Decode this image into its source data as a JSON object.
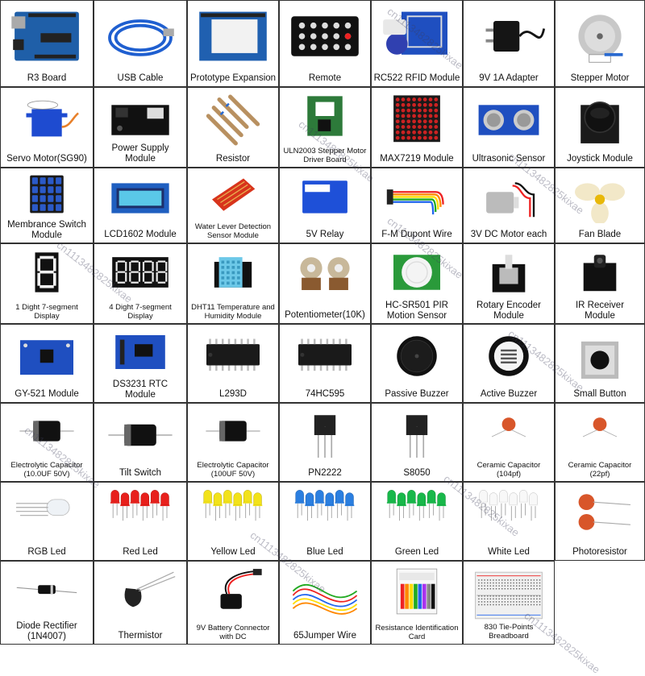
{
  "grid": {
    "columns": 7,
    "rows": 8
  },
  "watermark": "cn1113482825kixae",
  "items": [
    {
      "label": "R3 Board",
      "label2": "",
      "icon": "arduino-board-icon"
    },
    {
      "label": "USB Cable",
      "label2": "",
      "icon": "usb-cable-icon"
    },
    {
      "label": "Prototype Expansion",
      "label2": "",
      "icon": "prototype-shield-icon"
    },
    {
      "label": "Remote",
      "label2": "",
      "icon": "ir-remote-icon"
    },
    {
      "label": "RC522 RFID Module",
      "label2": "",
      "icon": "rfid-module-icon"
    },
    {
      "label": "9V 1A Adapter",
      "label2": "",
      "icon": "power-adapter-icon"
    },
    {
      "label": "Stepper Motor",
      "label2": "",
      "icon": "stepper-motor-icon"
    },
    {
      "label": "Servo Motor(SG90)",
      "label2": "",
      "icon": "servo-motor-icon"
    },
    {
      "label": "Power Supply Module",
      "label2": "",
      "icon": "power-supply-module-icon"
    },
    {
      "label": "Resistor",
      "label2": "",
      "icon": "resistor-icon"
    },
    {
      "label": "ULN2003 Stepper Motor",
      "label2": "Driver Board",
      "icon": "driver-board-icon"
    },
    {
      "label": "MAX7219 Module",
      "label2": "",
      "icon": "led-matrix-icon"
    },
    {
      "label": "Ultrasonic Sensor",
      "label2": "",
      "icon": "ultrasonic-sensor-icon"
    },
    {
      "label": "Joystick Module",
      "label2": "",
      "icon": "joystick-icon"
    },
    {
      "label": "Membrance Switch",
      "label2": "Module",
      "icon": "keypad-icon"
    },
    {
      "label": "LCD1602 Module",
      "label2": "",
      "icon": "lcd-icon"
    },
    {
      "label": "Water Lever Detection",
      "label2": "Sensor Module",
      "icon": "water-sensor-icon"
    },
    {
      "label": "5V Relay",
      "label2": "",
      "icon": "relay-icon"
    },
    {
      "label": "F-M Dupont Wire",
      "label2": "",
      "icon": "dupont-wire-icon"
    },
    {
      "label": "3V DC Motor each",
      "label2": "",
      "icon": "dc-motor-icon"
    },
    {
      "label": "Fan Blade",
      "label2": "",
      "icon": "fan-blade-icon"
    },
    {
      "label": "1 Dight 7-segment",
      "label2": "Display",
      "icon": "seven-segment-icon"
    },
    {
      "label": "4 Dight 7-segment",
      "label2": "Display",
      "icon": "four-digit-display-icon"
    },
    {
      "label": "DHT11 Temperature and",
      "label2": "Humidity Module",
      "icon": "dht11-icon"
    },
    {
      "label": "Potentiometer(10K)",
      "label2": "",
      "icon": "potentiometer-icon"
    },
    {
      "label": "HC-SR501 PIR",
      "label2": "Motion Sensor",
      "icon": "pir-sensor-icon"
    },
    {
      "label": "Rotary Encoder",
      "label2": "Module",
      "icon": "rotary-encoder-icon"
    },
    {
      "label": "IR Receiver",
      "label2": "Module",
      "icon": "ir-receiver-icon"
    },
    {
      "label": "GY-521 Module",
      "label2": "",
      "icon": "gyro-module-icon"
    },
    {
      "label": "DS3231 RTC",
      "label2": "Module",
      "icon": "rtc-module-icon"
    },
    {
      "label": "L293D",
      "label2": "",
      "icon": "ic-chip-icon"
    },
    {
      "label": "74HC595",
      "label2": "",
      "icon": "ic-chip-icon"
    },
    {
      "label": "Passive Buzzer",
      "label2": "",
      "icon": "passive-buzzer-icon"
    },
    {
      "label": "Active Buzzer",
      "label2": "",
      "icon": "active-buzzer-icon"
    },
    {
      "label": "Small Button",
      "label2": "",
      "icon": "push-button-icon"
    },
    {
      "label": "Electrolytic Capacitor",
      "label2": "(10.0UF 50V)",
      "icon": "electrolytic-capacitor-icon"
    },
    {
      "label": "Tilt Switch",
      "label2": "",
      "icon": "tilt-switch-icon"
    },
    {
      "label": "Electrolytic Capacitor",
      "label2": "(100UF 50V)",
      "icon": "electrolytic-capacitor-icon"
    },
    {
      "label": "PN2222",
      "label2": "",
      "icon": "transistor-icon"
    },
    {
      "label": "S8050",
      "label2": "",
      "icon": "transistor-icon"
    },
    {
      "label": "Ceramic Capacitor",
      "label2": "(104pf)",
      "icon": "ceramic-capacitor-icon"
    },
    {
      "label": "Ceramic Capacitor",
      "label2": "(22pf)",
      "icon": "ceramic-capacitor-icon"
    },
    {
      "label": "RGB Led",
      "label2": "",
      "icon": "rgb-led-icon"
    },
    {
      "label": "Red Led",
      "label2": "",
      "icon": "red-led-icon",
      "color": "#e8201c"
    },
    {
      "label": "Yellow Led",
      "label2": "",
      "icon": "yellow-led-icon",
      "color": "#f2e21a"
    },
    {
      "label": "Blue Led",
      "label2": "",
      "icon": "blue-led-icon",
      "color": "#2b7fe0"
    },
    {
      "label": "Green Led",
      "label2": "",
      "icon": "green-led-icon",
      "color": "#18b84a"
    },
    {
      "label": "White Led",
      "label2": "",
      "icon": "white-led-icon",
      "color": "#f4f4f4"
    },
    {
      "label": "Photoresistor",
      "label2": "",
      "icon": "photoresistor-icon"
    },
    {
      "label": "Diode Rectifier",
      "label2": "(1N4007)",
      "icon": "diode-icon"
    },
    {
      "label": "Thermistor",
      "label2": "",
      "icon": "thermistor-icon"
    },
    {
      "label": "9V Battery Connector",
      "label2": "with DC",
      "icon": "battery-connector-icon"
    },
    {
      "label": "65Jumper Wire",
      "label2": "",
      "icon": "jumper-wire-icon"
    },
    {
      "label": "Resistance Identification",
      "label2": "Card",
      "icon": "resistor-card-icon"
    },
    {
      "label": "830 Tie-Points Breadboard",
      "label2": "",
      "icon": "breadboard-icon"
    }
  ]
}
